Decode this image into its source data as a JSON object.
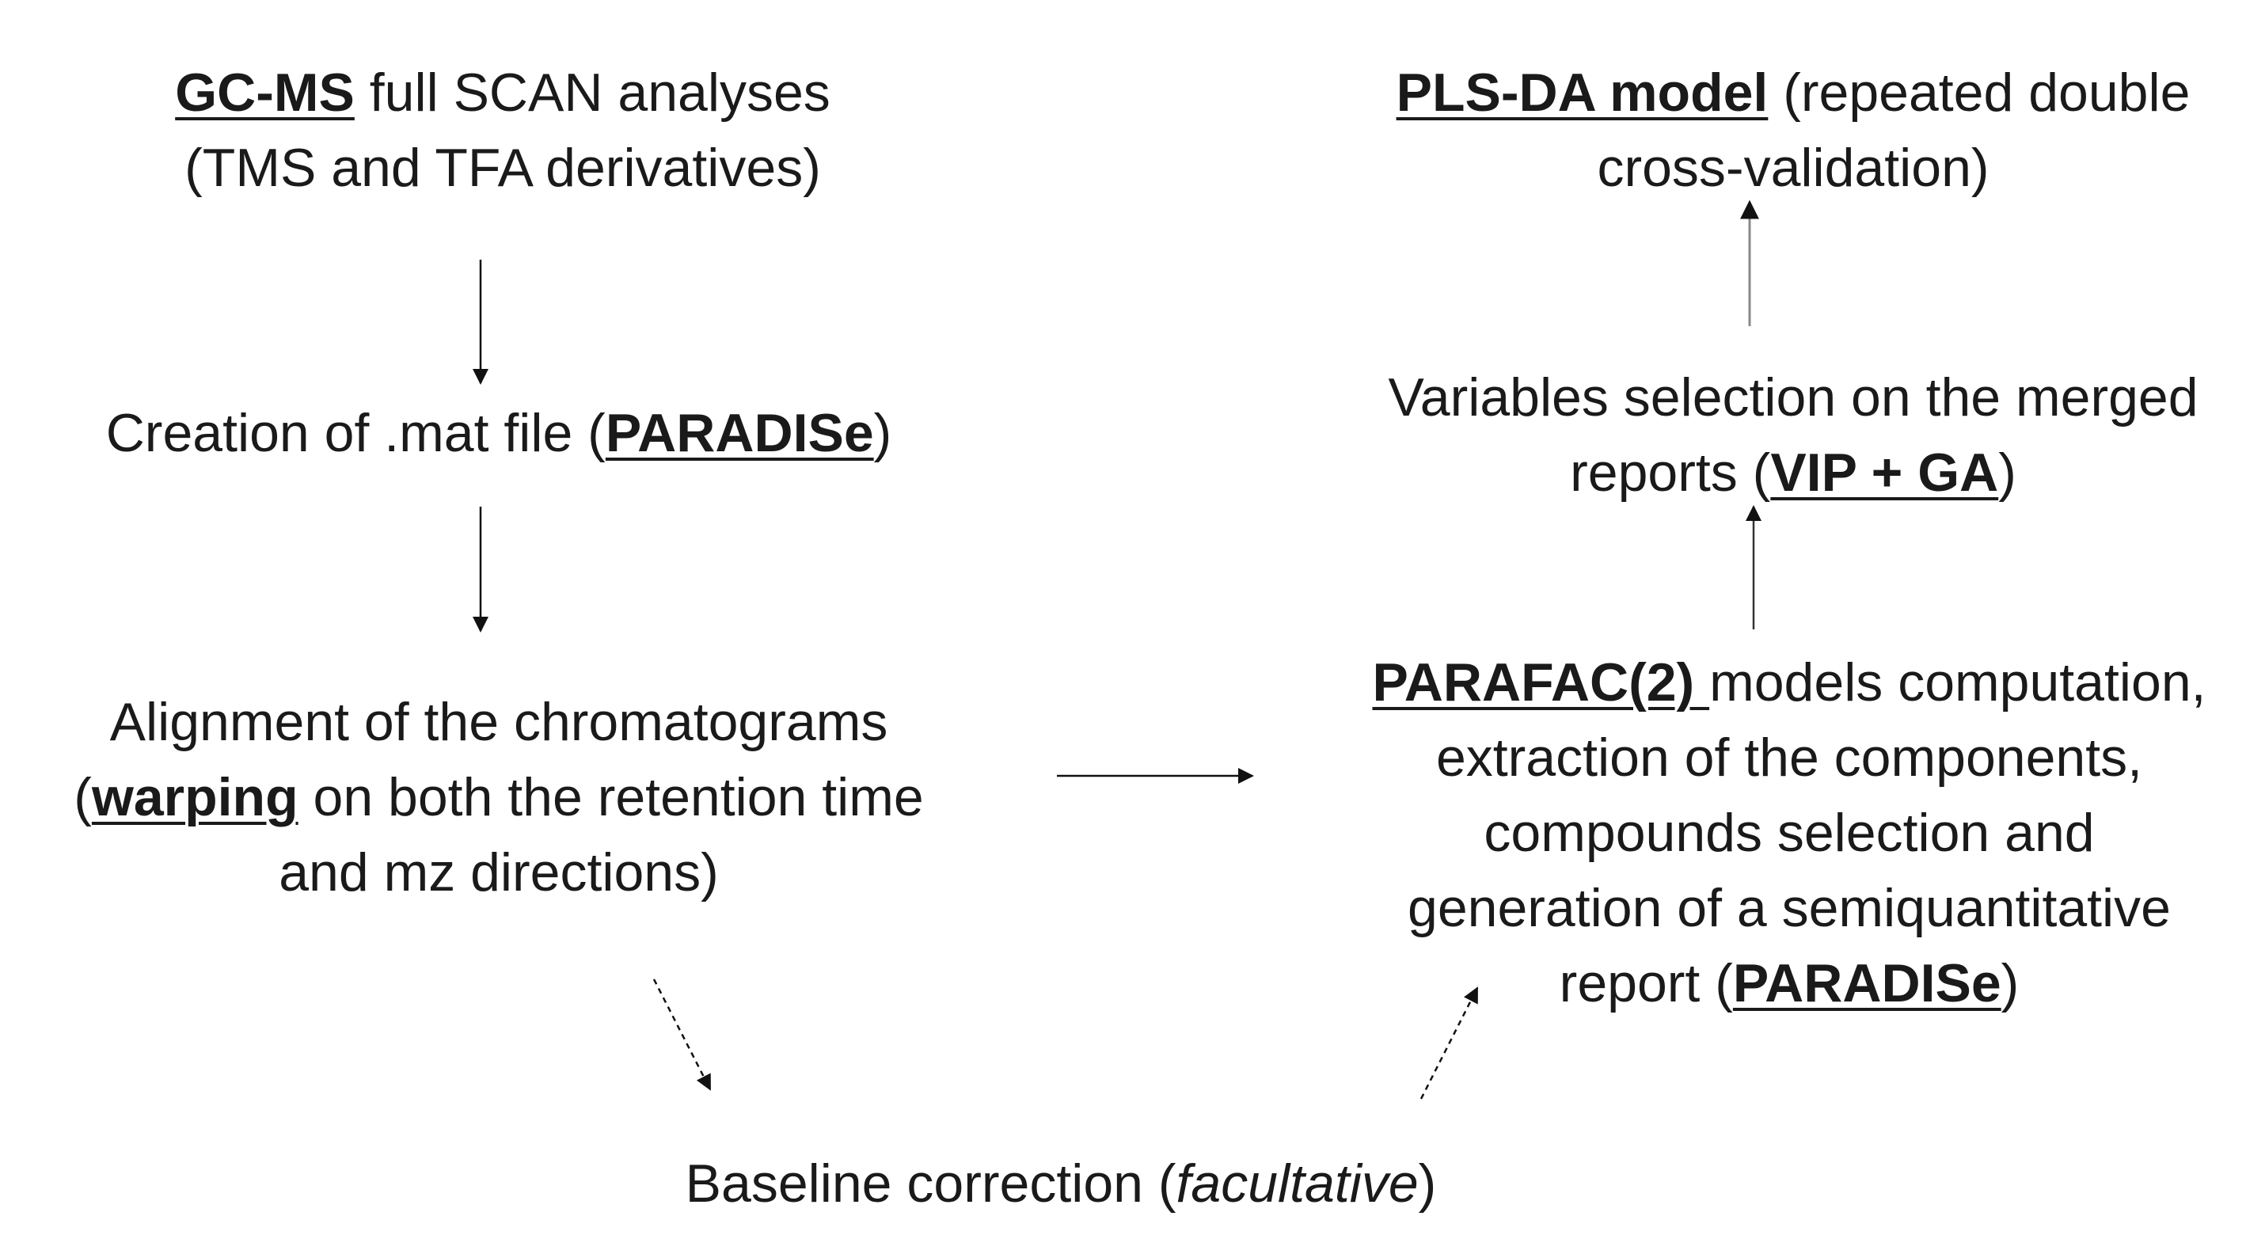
{
  "nodes": {
    "gcms": {
      "key": "GC-MS",
      "line1_rest": " full SCAN analyses",
      "line2": "(TMS and TFA derivatives)"
    },
    "mat": {
      "pre": "Creation of .mat file (",
      "key": "PARADISe",
      "post": ")"
    },
    "align": {
      "line1": "Alignment of the chromatograms",
      "line2_pre": "(",
      "line2_key": "warping",
      "line2_post": " on both the retention time",
      "line3": "and mz directions)"
    },
    "baseline": {
      "pre": "Baseline correction (",
      "em": "facultative",
      "post": ")"
    },
    "parafac": {
      "key": "PARAFAC(2) ",
      "line1_rest": "models computation,",
      "line2": "extraction of the components,",
      "line3": "compounds selection and",
      "line4": "generation of a semiquantitative",
      "line5_pre": "report (",
      "line5_key": "PARADISe",
      "line5_post": ")"
    },
    "varsel": {
      "line1": "Variables selection on the merged",
      "line2_pre": "reports (",
      "line2_key": "VIP + GA",
      "line2_post": ")"
    },
    "plsda": {
      "key": "PLS-DA model",
      "line1_rest": " (repeated double",
      "line2": "cross-validation)"
    }
  },
  "edges": [
    {
      "from": "GC-MS full SCAN analyses",
      "to": "Creation of .mat file",
      "style": "solid"
    },
    {
      "from": "Creation of .mat file",
      "to": "Alignment of the chromatograms",
      "style": "solid"
    },
    {
      "from": "Alignment of the chromatograms",
      "to": "PARAFAC(2) models computation",
      "style": "solid"
    },
    {
      "from": "Alignment of the chromatograms",
      "to": "Baseline correction",
      "style": "dashed"
    },
    {
      "from": "Baseline correction",
      "to": "PARAFAC(2) models computation",
      "style": "dashed"
    },
    {
      "from": "PARAFAC(2) models computation",
      "to": "Variables selection on the merged reports",
      "style": "solid"
    },
    {
      "from": "Variables selection on the merged reports",
      "to": "PLS-DA model",
      "style": "solid"
    }
  ],
  "colors": {
    "text": "#1a1a1a",
    "arrow": "#111111",
    "arrow_light": "#8a8a8a"
  }
}
